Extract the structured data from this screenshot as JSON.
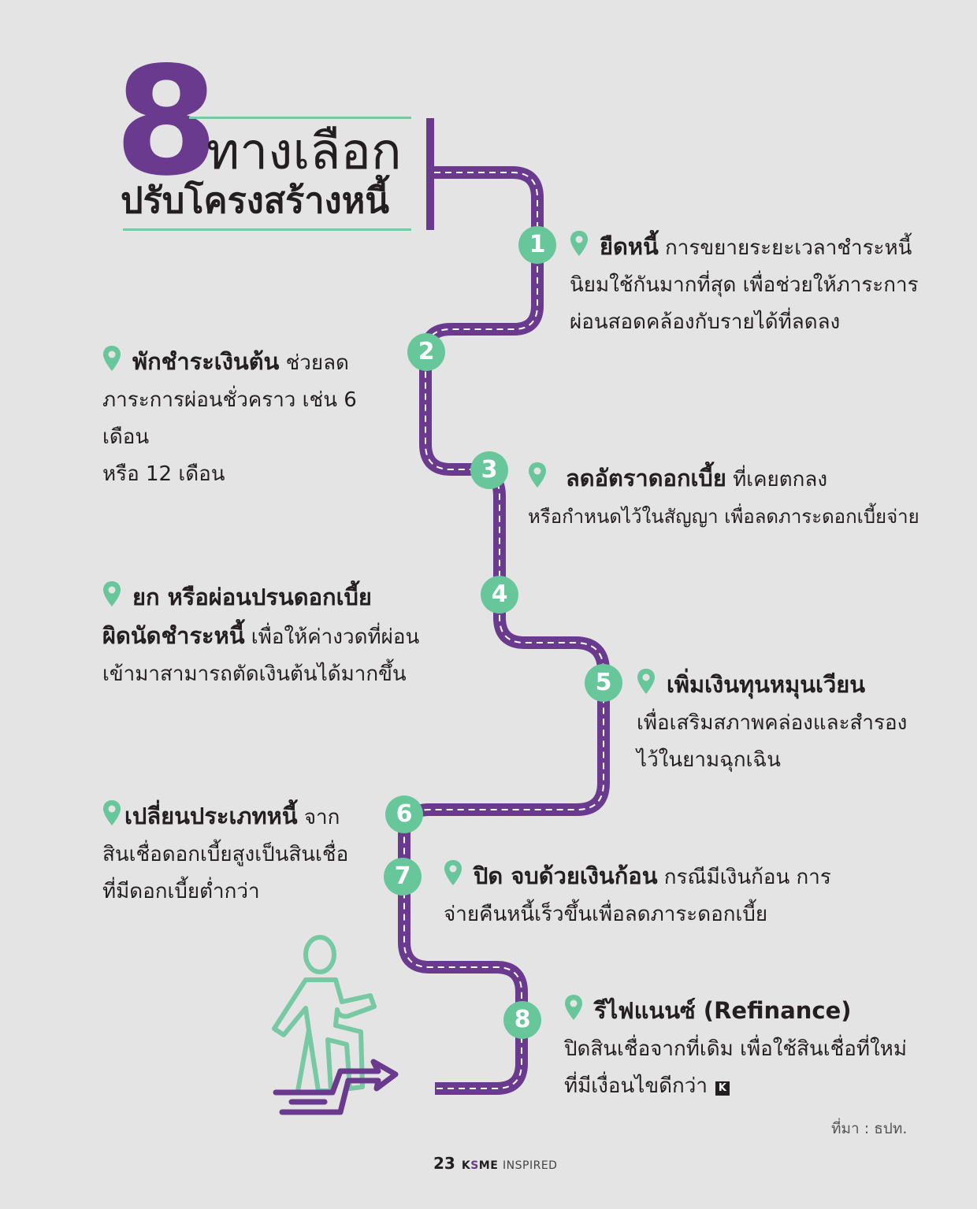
{
  "title": {
    "number": "8",
    "word": "ทางเลือก",
    "subtitle": "ปรับโครงสร้างหนี้"
  },
  "steps": [
    {
      "n": "1",
      "name": "ยืดหนี้",
      "lines": [
        " การขยายระยะเวลาชำระหนี้",
        "นิยมใช้กันมากที่สุด เพื่อช่วยให้ภาระการ",
        "ผ่อนสอดคล้องกับรายได้ที่ลดลง"
      ]
    },
    {
      "n": "2",
      "name": "พักชำระเงินต้น",
      "lines": [
        " ช่วยลด",
        "ภาระการผ่อนชั่วคราว เช่น 6 เดือน",
        "หรือ 12 เดือน"
      ]
    },
    {
      "n": "3",
      "name": "ลดอัตราดอกเบี้ย",
      "lines": [
        " ที่เคยตกลง",
        "หรือกำหนดไว้ในสัญญา เพื่อลดภาระดอกเบี้ยจ่าย"
      ]
    },
    {
      "n": "4",
      "name": "ยก หรือผ่อนปรนดอกเบี้ย",
      "name2": "ผิดนัดชำระหนี้",
      "lines": [
        " เพื่อให้ค่างวดที่ผ่อน",
        "เข้ามาสามารถตัดเงินต้นได้มากขึ้น"
      ]
    },
    {
      "n": "5",
      "name": "เพิ่มเงินทุนหมุนเวียน",
      "lines": [
        "เพื่อเสริมสภาพคล่องและสำรอง",
        "ไว้ในยามฉุกเฉิน"
      ]
    },
    {
      "n": "6",
      "name": "เปลี่ยนประเภทหนี้",
      "lines": [
        " จาก",
        "สินเชื่อดอกเบี้ยสูงเป็นสินเชื่อ",
        "ที่มีดอกเบี้ยต่ำกว่า"
      ]
    },
    {
      "n": "7",
      "name": "ปิด จบด้วยเงินก้อน",
      "lines": [
        " กรณีมีเงินก้อน การ",
        "จ่ายคืนหนี้เร็วขึ้นเพื่อลดภาระดอกเบี้ย"
      ]
    },
    {
      "n": "8",
      "name": "รีไฟแนนซ์ (Refinance)",
      "lines": [
        "ปิดสินเชื่อจากที่เดิม เพื่อใช้สินเชื่อที่ใหม่",
        "ที่มีเงื่อนไขดีกว่า"
      ]
    }
  ],
  "logo_letter": "K",
  "source": "ที่มา : ธปท.",
  "footer": {
    "page": "23",
    "brand_k": "K",
    "brand_s": "S",
    "brand_me": "ME",
    "magazine": "INSPIRED"
  },
  "colors": {
    "purple": "#6a3a8e",
    "green": "#68c69b",
    "background": "#e4e4e4"
  }
}
